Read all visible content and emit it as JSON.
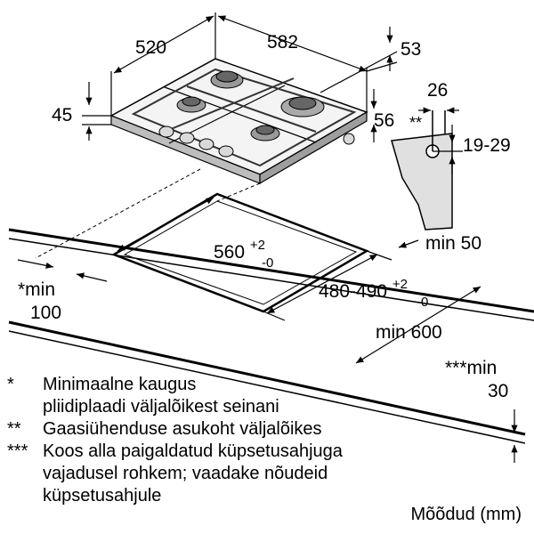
{
  "dimensions": {
    "hob_width": "520",
    "hob_depth": "582",
    "hob_height": "45",
    "gas_offset": "53",
    "hob_right_depth": "56",
    "conn_width": "26",
    "conn_star": "**",
    "conn_height": "19-29",
    "cutout_width_main": "560",
    "cutout_width_tol_plus": "+2",
    "cutout_width_tol_minus": "-0",
    "cutout_depth_main": "480-490",
    "cutout_depth_tol_plus": "+2",
    "cutout_depth_tol_minus": "-0",
    "min_back": "min 50",
    "min_side_star": "*min",
    "min_side_value": "100",
    "min_front": "min 600",
    "min_bottom_star": "***min",
    "min_bottom_value": "30"
  },
  "notes": [
    {
      "mark": "*",
      "lines": [
        "Minimaalne kaugus",
        "pliidiplaadi väljalõikest seinani"
      ]
    },
    {
      "mark": "**",
      "lines": [
        "Gaasiühenduse asukoht väljalõikes"
      ]
    },
    {
      "mark": "***",
      "lines": [
        "Koos alla paigaldatud küpsetusahjuga",
        "vajadusel rohkem; vaadake nõudeid",
        "küpsetusahjule"
      ]
    }
  ],
  "units_label": "Mõõdud (mm)"
}
